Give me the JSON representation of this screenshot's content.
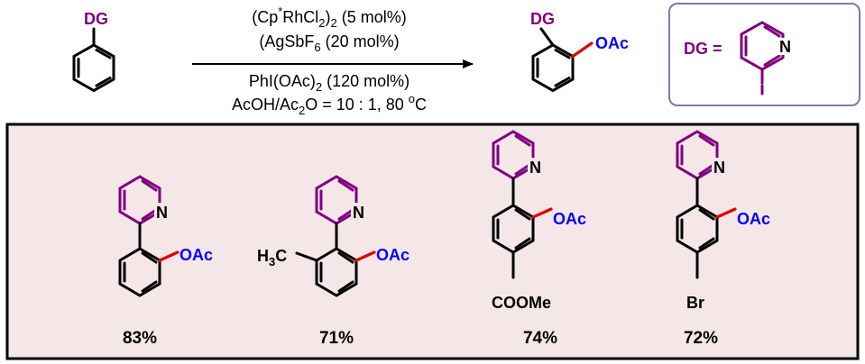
{
  "reaction": {
    "start_label": "DG",
    "product_label": "DG",
    "product_group": "OAc",
    "cond1": {
      "a": "(Cp",
      "b": "*",
      "c": "RhCl",
      "d": "2",
      "e": ")",
      "f": "2",
      "g": " (5 mol%)"
    },
    "cond2": {
      "a": "(AgSbF",
      "b": "6",
      "c": " (20 mol%)"
    },
    "cond3": {
      "a": "PhI(OAc)",
      "b": "2",
      "c": " (120 mol%)"
    },
    "cond4": {
      "a": "AcOH/Ac",
      "b": "2",
      "c": "O = 10 : 1, 80 ",
      "d": "o",
      "e": "C"
    },
    "dg_def": {
      "prefix": "DG =",
      "n": "N"
    }
  },
  "examples": [
    {
      "yield": "83%",
      "n": "N",
      "oac": "OAc"
    },
    {
      "yield": "71%",
      "n": "N",
      "oac": "OAc",
      "methyl": {
        "a": "H",
        "b": "3",
        "c": "C"
      }
    },
    {
      "yield": "74%",
      "n": "N",
      "oac": "OAc",
      "para": "COOMe"
    },
    {
      "yield": "72%",
      "n": "N",
      "oac": "OAc",
      "para": "Br"
    }
  ],
  "colors": {
    "dg": "#800080",
    "oac": "#0000ff",
    "new_bond": "#e00000",
    "panel_bg": "#f5e7e7",
    "box_border": "#7b7bae"
  }
}
